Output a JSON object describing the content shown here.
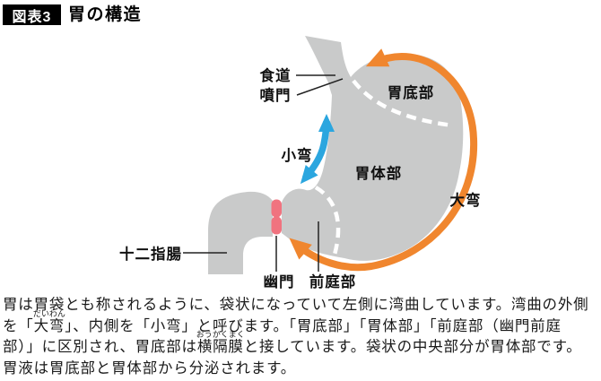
{
  "title": {
    "tag_label": "図表3",
    "heading": "胃の構造"
  },
  "diagram": {
    "labels": {
      "esophagus": "食道",
      "cardia": "噴門",
      "fundus": "胃底部",
      "lesser_curvature": "小弯",
      "gastric_body": "胃体部",
      "greater_curvature": "大弯",
      "duodenum": "十二指腸",
      "pylorus": "幽門",
      "antrum": "前庭部"
    },
    "colors": {
      "stomach_gray": "#C9CACA",
      "greater_curvature_arrow": "#F0862E",
      "lesser_curvature_arrow": "#2BA6DF",
      "pylorus_band": "#F0737F"
    }
  },
  "body_text": {
    "lines": [
      {
        "segments": [
          {
            "t": "胃は胃袋とも称されるように、袋状になっていて左側に湾曲しています。湾曲の外側"
          }
        ]
      },
      {
        "segments": [
          {
            "t": "を「"
          },
          {
            "t": "大弯",
            "r": "だいわん"
          },
          {
            "t": "」、内側を「小弯」と呼びます。「胃底部」「胃体部」「前庭部（幽門前庭"
          }
        ]
      },
      {
        "segments": [
          {
            "t": "部）」に区別され、胃底部は"
          },
          {
            "t": "横隔膜",
            "r": "おうかくまく"
          },
          {
            "t": "と接しています。袋状の中央部分が胃体部です。"
          }
        ]
      },
      {
        "segments": [
          {
            "t": "胃液は胃底部と胃体部から分泌されます。"
          }
        ]
      }
    ]
  }
}
